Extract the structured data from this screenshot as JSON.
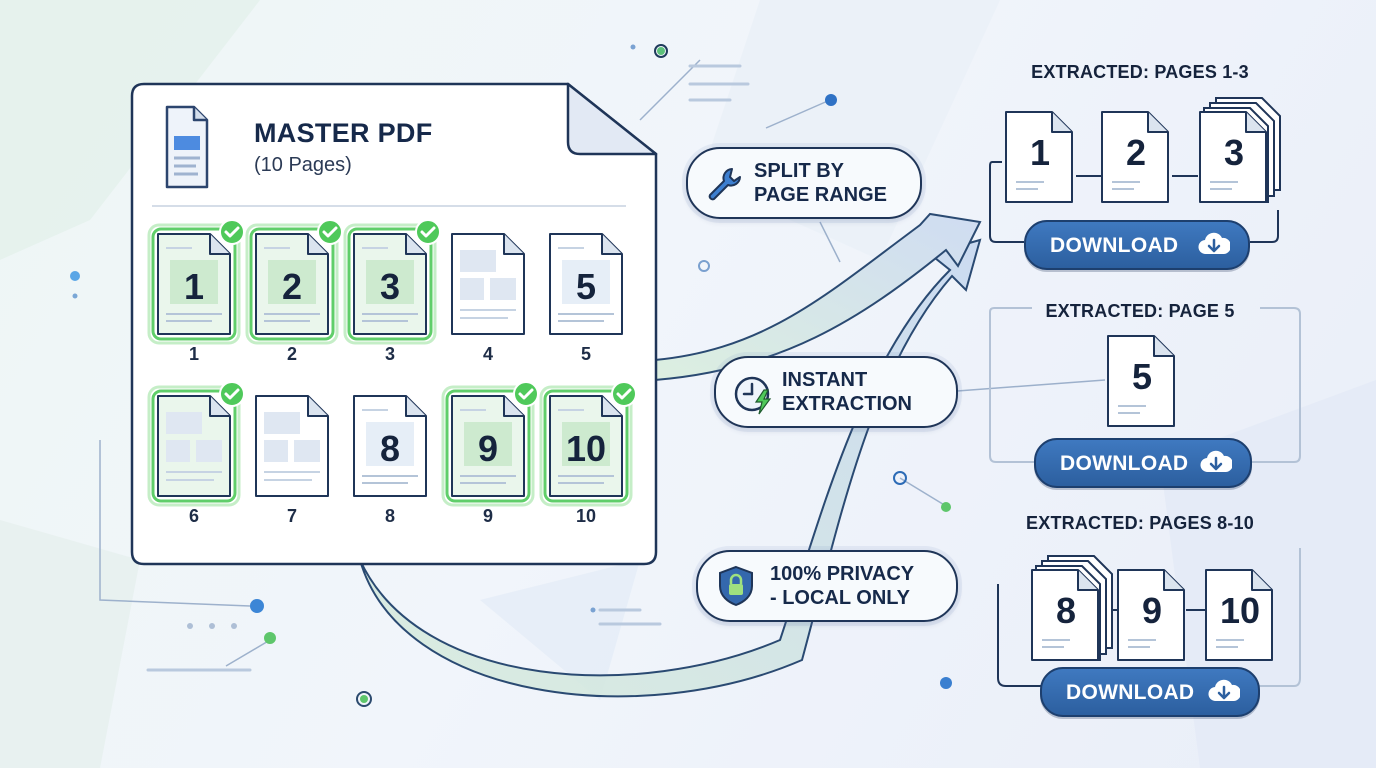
{
  "master": {
    "title": "MASTER PDF",
    "subtitle": "(10 Pages)",
    "pages": [
      {
        "label": "1",
        "number": "1",
        "selected": true
      },
      {
        "label": "2",
        "number": "2",
        "selected": true
      },
      {
        "label": "3",
        "number": "3",
        "selected": true
      },
      {
        "label": "4",
        "number": "",
        "selected": false
      },
      {
        "label": "5",
        "number": "5",
        "selected": false
      },
      {
        "label": "6",
        "number": "",
        "selected": true
      },
      {
        "label": "7",
        "number": "",
        "selected": false
      },
      {
        "label": "8",
        "number": "8",
        "selected": false
      },
      {
        "label": "9",
        "number": "9",
        "selected": true
      },
      {
        "label": "10",
        "number": "10",
        "selected": true
      }
    ]
  },
  "features": {
    "split": "SPLIT BY\nPAGE RANGE",
    "instant": "INSTANT\nEXTRACTION",
    "privacy": "100% PRIVACY\n- LOCAL ONLY"
  },
  "outputs": {
    "group1": {
      "title": "EXTRACTED: PAGES 1-3",
      "docs": [
        "1",
        "2",
        "3"
      ],
      "button": "DOWNLOAD"
    },
    "group2": {
      "title": "EXTRACTED: PAGE 5",
      "docs": [
        "5"
      ],
      "button": "DOWNLOAD"
    },
    "group3": {
      "title": "EXTRACTED: PAGES 8-10",
      "docs": [
        "8",
        "9",
        "10"
      ],
      "button": "DOWNLOAD"
    }
  },
  "colors": {
    "selected_glow": "#4fc95a",
    "button_blue": "#3468ad",
    "ink": "#15233c"
  },
  "icons": [
    "document-icon",
    "check-icon",
    "wrench-icon",
    "clock-bolt-icon",
    "shield-lock-icon",
    "cloud-download-icon"
  ]
}
